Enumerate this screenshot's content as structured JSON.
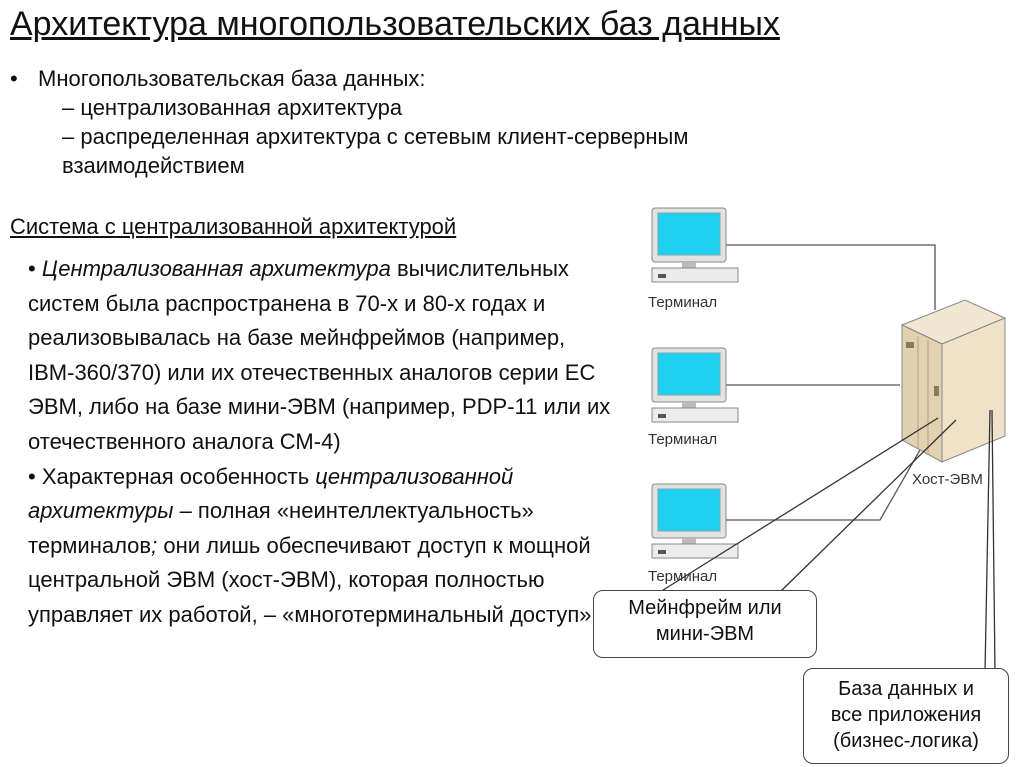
{
  "slide": {
    "title": "Архитектура многопользовательских баз данных"
  },
  "intro": {
    "bullet": "•",
    "main": "Многопользовательская база данных:",
    "items": [
      "– централизованная архитектура",
      "– распределенная архитектура с сетевым клиент-серверным",
      "взаимодействием"
    ]
  },
  "section": {
    "heading": "Система с централизованной архитектурой"
  },
  "body": {
    "p1_bullet": "• ",
    "p1_italic": "Централизованная архитектура",
    "p1_text": " вычислительных систем была распространена в 70-х и 80-х годах и реализовывалась на базе мейнфреймов (например, IBM-360/370) или их отечественных аналогов серии ЕС ЭВМ, либо на базе мини-ЭВМ (например, PDP-11 или их отечественного аналога СМ-4)",
    "p2_bullet": "•   ",
    "p2_text_a": "Характерная особенность ",
    "p2_italic": "централизованной архитектуры",
    "p2_text_b": " – полная «неинтеллектуальность» терминалов",
    "p2_semicolon": ";",
    "p2_text_c": " они лишь обеспечивают доступ к мощной центральной ЭВМ (хост-ЭВМ), которая полностью управляет их работой, – «многотерминальный доступ»"
  },
  "diagram": {
    "terminals": [
      {
        "label": "Терминал"
      },
      {
        "label": "Терминал"
      },
      {
        "label": "Терминал"
      }
    ],
    "host_label": "Хост-ЭВМ",
    "callout_mainframe": [
      "Мейнфрейм или",
      "мини-ЭВМ"
    ],
    "callout_db": [
      "База данных и",
      "все приложения",
      "(бизнес-логика)"
    ],
    "colors": {
      "screen": "#1fd0f0",
      "frame": "#e4e4e4",
      "server": "#e8d9bd",
      "line": "#555555"
    }
  }
}
